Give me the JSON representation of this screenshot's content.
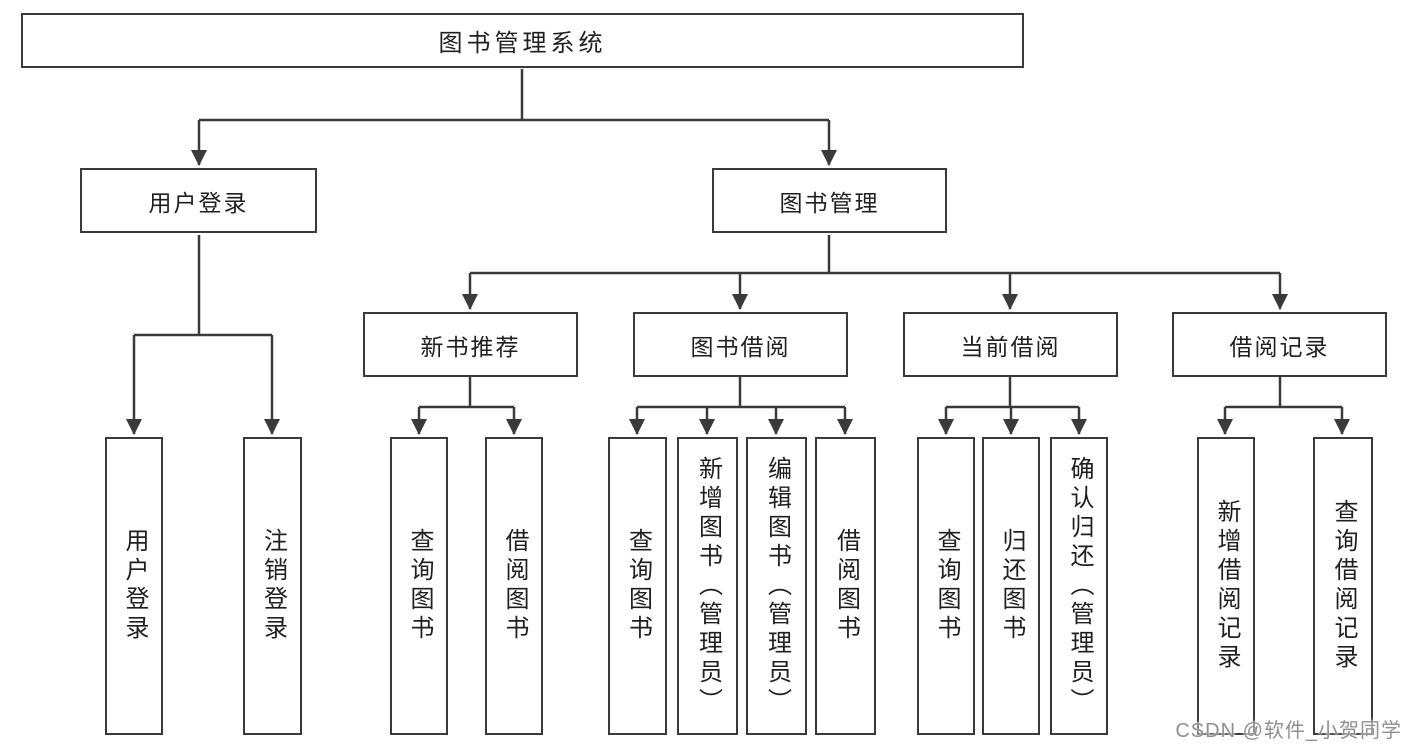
{
  "colors": {
    "line": "#3a3a3a",
    "text": "#1f1f1f",
    "background": "#ffffff",
    "watermark": "#8f8f8f"
  },
  "watermark": {
    "text": "CSDN @软件_小贺同学"
  },
  "tree": {
    "label": "图书管理系统",
    "children": [
      {
        "label": "用户登录",
        "children": [
          {
            "label": "用户登录"
          },
          {
            "label": "注销登录"
          }
        ]
      },
      {
        "label": "图书管理",
        "children": [
          {
            "label": "新书推荐",
            "children": [
              {
                "label": "查询图书"
              },
              {
                "label": "借阅图书"
              }
            ]
          },
          {
            "label": "图书借阅",
            "children": [
              {
                "label": "查询图书"
              },
              {
                "label": "新增图书（管理员）"
              },
              {
                "label": "编辑图书（管理员）"
              },
              {
                "label": "借阅图书"
              }
            ]
          },
          {
            "label": "当前借阅",
            "children": [
              {
                "label": "查询图书"
              },
              {
                "label": "归还图书"
              },
              {
                "label": "确认归还（管理员）"
              }
            ]
          },
          {
            "label": "借阅记录",
            "children": [
              {
                "label": "新增借阅记录"
              },
              {
                "label": "查询借阅记录"
              }
            ]
          }
        ]
      }
    ]
  }
}
